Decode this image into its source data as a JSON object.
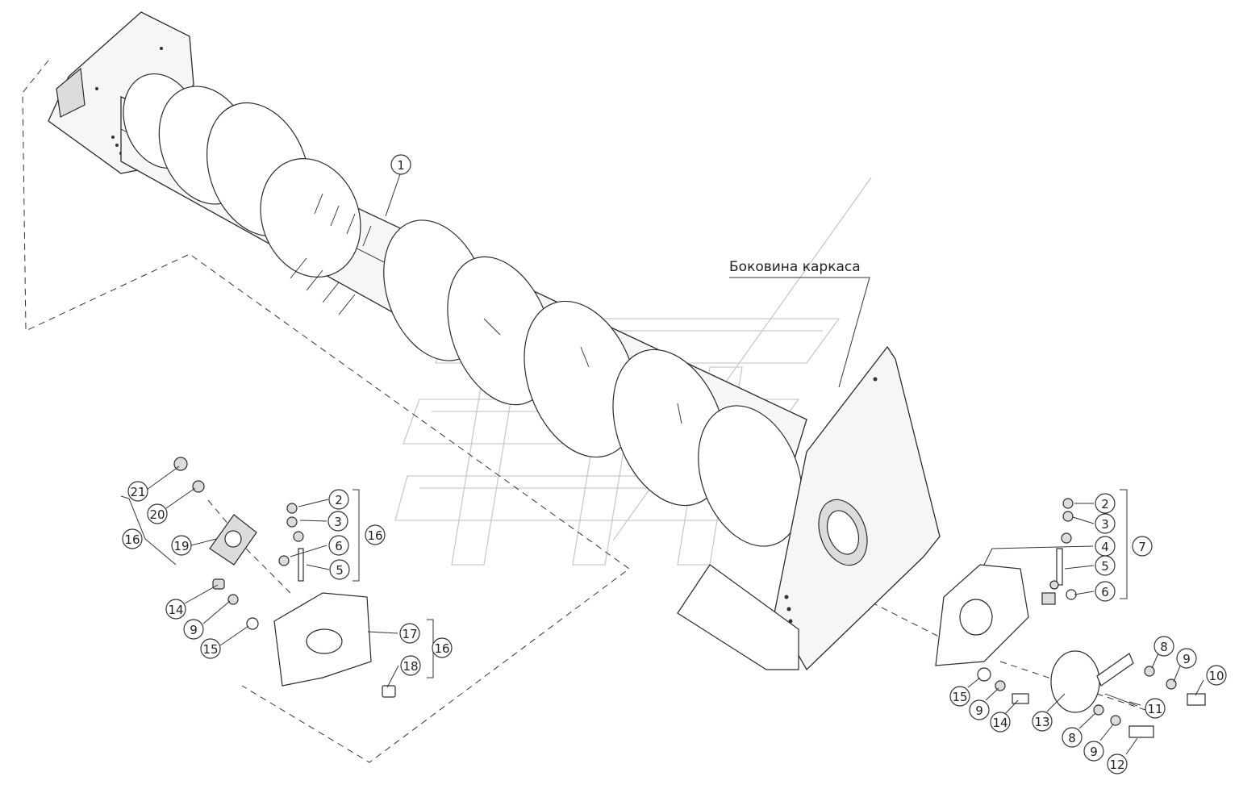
{
  "diagram": {
    "label_frame_side": "Боковина каркаса",
    "callouts": [
      {
        "id": "c1",
        "text": "1"
      },
      {
        "id": "c21",
        "text": "21"
      },
      {
        "id": "c20",
        "text": "20"
      },
      {
        "id": "c16a",
        "text": "16"
      },
      {
        "id": "c19",
        "text": "19"
      },
      {
        "id": "c14a",
        "text": "14"
      },
      {
        "id": "c9a",
        "text": "9"
      },
      {
        "id": "c15a",
        "text": "15"
      },
      {
        "id": "c2a",
        "text": "2"
      },
      {
        "id": "c3a",
        "text": "3"
      },
      {
        "id": "c16b",
        "text": "16"
      },
      {
        "id": "c6a",
        "text": "6"
      },
      {
        "id": "c5a",
        "text": "5"
      },
      {
        "id": "c17",
        "text": "17"
      },
      {
        "id": "c16c",
        "text": "16"
      },
      {
        "id": "c18",
        "text": "18"
      },
      {
        "id": "c2b",
        "text": "2"
      },
      {
        "id": "c3b",
        "text": "3"
      },
      {
        "id": "c4",
        "text": "4"
      },
      {
        "id": "c7",
        "text": "7"
      },
      {
        "id": "c5b",
        "text": "5"
      },
      {
        "id": "c6b",
        "text": "6"
      },
      {
        "id": "c8a",
        "text": "8"
      },
      {
        "id": "c9b",
        "text": "9"
      },
      {
        "id": "c10",
        "text": "10"
      },
      {
        "id": "c15b",
        "text": "15"
      },
      {
        "id": "c9c",
        "text": "9"
      },
      {
        "id": "c14b",
        "text": "14"
      },
      {
        "id": "c13",
        "text": "13"
      },
      {
        "id": "c11",
        "text": "11"
      },
      {
        "id": "c8b",
        "text": "8"
      },
      {
        "id": "c9d",
        "text": "9"
      },
      {
        "id": "c12",
        "text": "12"
      }
    ]
  }
}
